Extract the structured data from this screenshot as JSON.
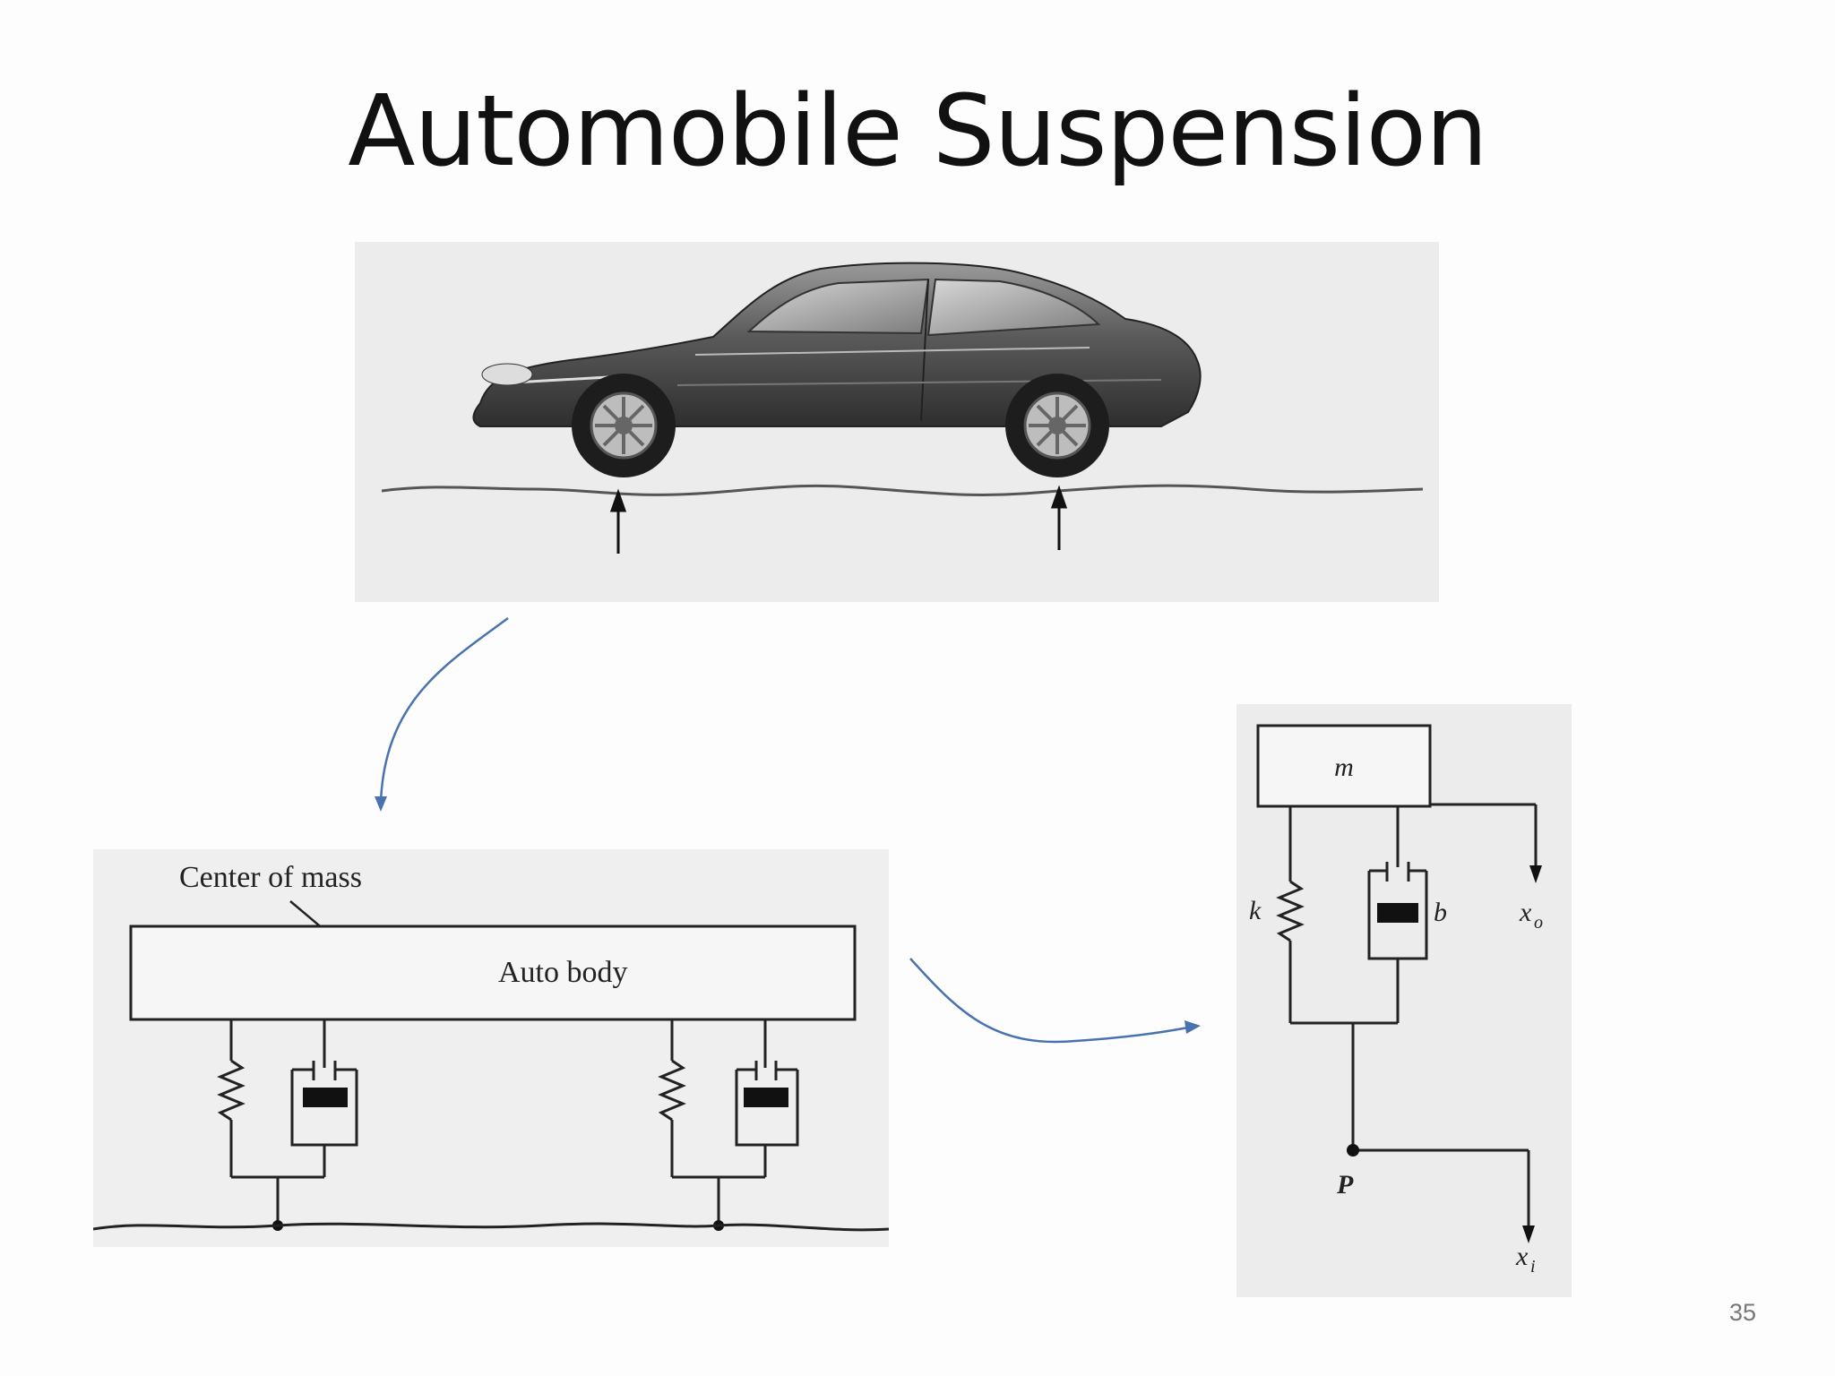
{
  "slide": {
    "title": "Automobile Suspension",
    "page_number": "35"
  },
  "quarter_car_figure": {
    "center_of_mass_label": "Center of mass",
    "auto_body_label": "Auto body"
  },
  "single_mass_model": {
    "mass_label": "m",
    "spring_label": "k",
    "damper_label": "b",
    "output_label_main": "x",
    "output_label_sub": "o",
    "point_label": "P",
    "input_label_main": "x",
    "input_label_sub": "i"
  },
  "colors": {
    "connector_arrow": "#4a72b0",
    "diagram_ink": "#222222"
  }
}
